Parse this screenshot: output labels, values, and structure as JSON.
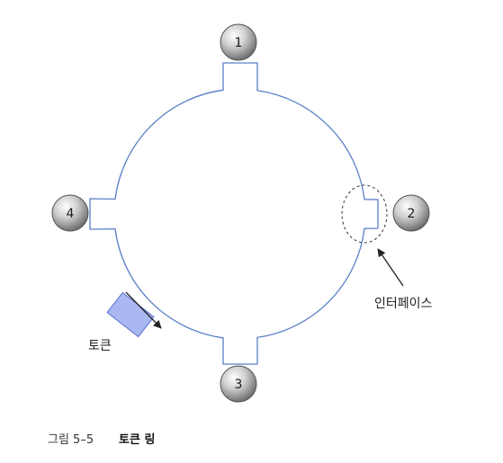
{
  "nodes": [
    {
      "id": "1",
      "label": "1"
    },
    {
      "id": "2",
      "label": "2"
    },
    {
      "id": "3",
      "label": "3"
    },
    {
      "id": "4",
      "label": "4"
    }
  ],
  "labels": {
    "token": "토큰",
    "interface": "인터페이스"
  },
  "caption": {
    "prefix": "그림 5–5",
    "title": "토큰 링"
  },
  "colors": {
    "ring": "#5b7fc7",
    "token_fill": "#aab8f2",
    "token_stroke": "#5a6fd0",
    "node_dark": "#6b6b6b",
    "node_light": "#e8e8e8",
    "arrow": "#222222"
  }
}
